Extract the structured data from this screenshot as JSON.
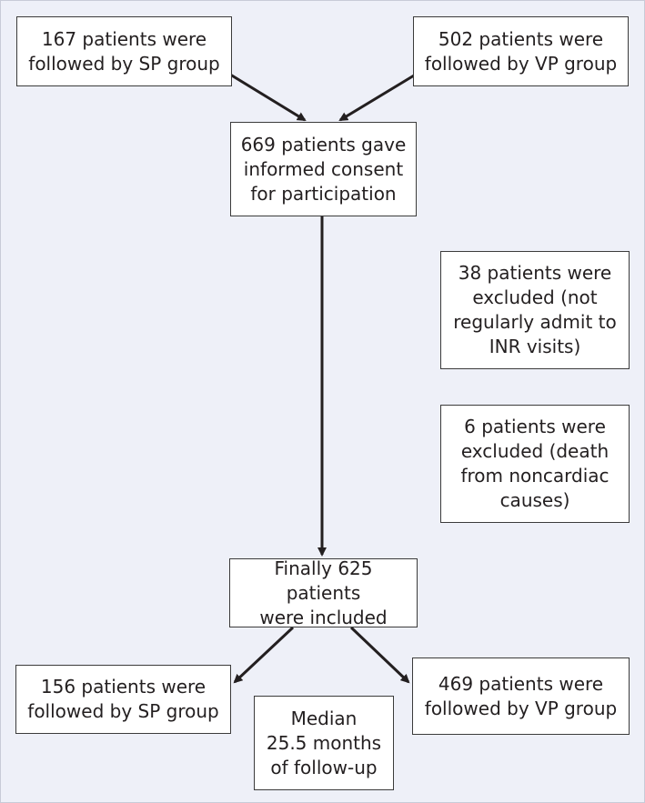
{
  "boxes": {
    "sp_start": "167 patients were\nfollowed by SP group",
    "vp_start": "502 patients were\nfollowed by VP group",
    "consent": "669 patients gave\ninformed consent\nfor participation",
    "excluded_inr": "38 patients were\nexcluded (not\nregularly admit to\nINR visits)",
    "excluded_death": "6 patients were\nexcluded (death\nfrom noncardiac\ncauses)",
    "included": "Finally 625 patients\nwere included",
    "sp_end": "156 patients were\nfollowed by SP group",
    "vp_end": "469 patients were\nfollowed by VP group",
    "median": "Median\n25.5 months\nof follow-up"
  },
  "colors": {
    "background": "#eef0f8",
    "box_fill": "#ffffff",
    "line": "#231f20"
  }
}
